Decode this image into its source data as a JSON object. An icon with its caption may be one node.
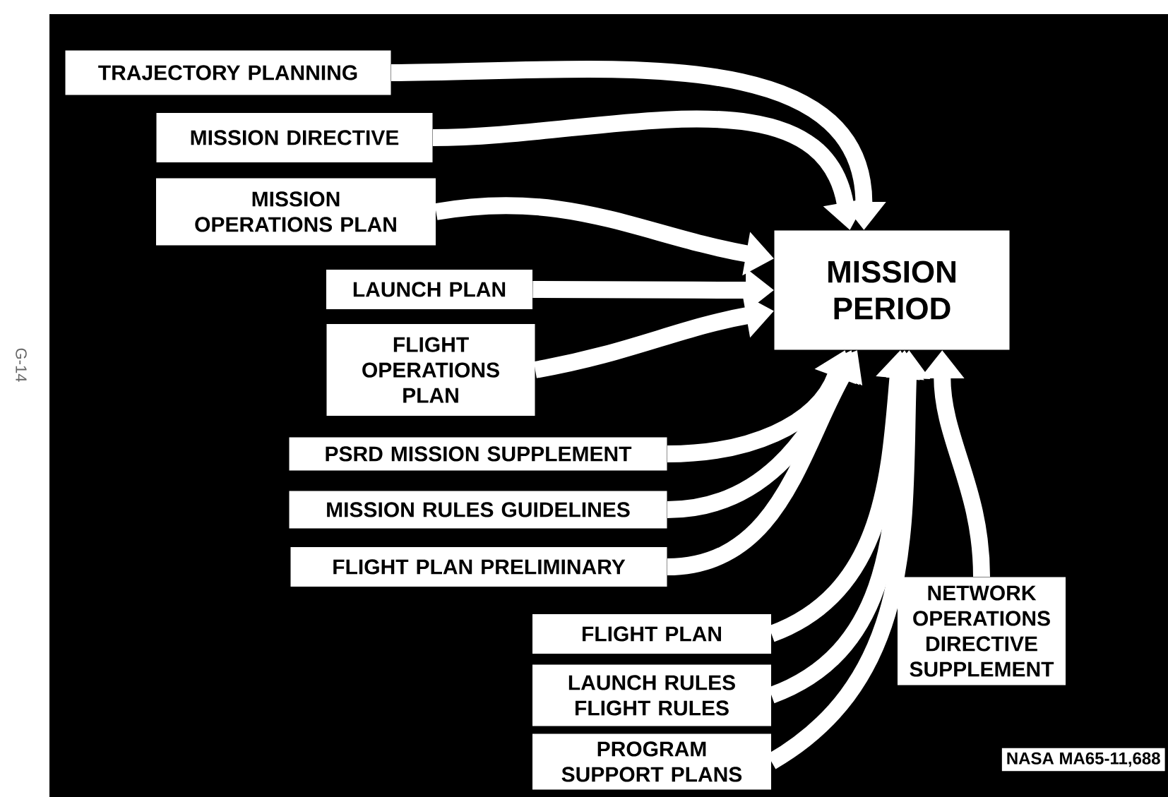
{
  "diagram": {
    "nodes": [
      {
        "text": [
          "TRAJECTORY PLANNING"
        ]
      },
      {
        "text": [
          "MISSION DIRECTIVE"
        ]
      },
      {
        "text": [
          "MISSION OPERATIONS PLAN"
        ]
      },
      {
        "text": [
          "LAUNCH PLAN"
        ]
      },
      {
        "text": [
          "FLIGHT OPERATIONS PLAN"
        ]
      },
      {
        "text": [
          "PSRD MISSION SUPPLEMENT"
        ]
      },
      {
        "text": [
          "MISSION RULES GUIDELINES"
        ]
      },
      {
        "text": [
          "FLIGHT PLAN PRELIMINARY"
        ]
      },
      {
        "text": [
          "MISSION PERIOD"
        ]
      },
      {
        "text": [
          "FLIGHT PLAN"
        ]
      },
      {
        "text": [
          "LAUNCH RULES FLIGHT RULES"
        ]
      },
      {
        "text": [
          "PROGRAM SUPPORT PLANS"
        ]
      },
      {
        "text": [
          "NETWORK OPERATIONS DIRECTIVE SUPPLEMENT"
        ]
      }
    ],
    "edges": [
      {
        "from": 0,
        "to": 8,
        "arrow": "to"
      },
      {
        "from": 1,
        "to": 8,
        "arrow": "to"
      },
      {
        "from": 2,
        "to": 8,
        "arrow": "to"
      },
      {
        "from": 3,
        "to": 8,
        "arrow": "to"
      },
      {
        "from": 4,
        "to": 8,
        "arrow": "to"
      },
      {
        "from": 5,
        "to": 8,
        "arrow": "to"
      },
      {
        "from": 6,
        "to": 8,
        "arrow": "to"
      },
      {
        "from": 7,
        "to": 8,
        "arrow": "to"
      },
      {
        "from": 9,
        "to": 8,
        "arrow": "to"
      },
      {
        "from": 10,
        "to": 8,
        "arrow": "to"
      },
      {
        "from": 11,
        "to": 8,
        "arrow": "to"
      },
      {
        "from": 12,
        "to": 8,
        "arrow": "to"
      }
    ],
    "labels": [
      "G-14",
      "NASA MA65-11,688"
    ]
  }
}
